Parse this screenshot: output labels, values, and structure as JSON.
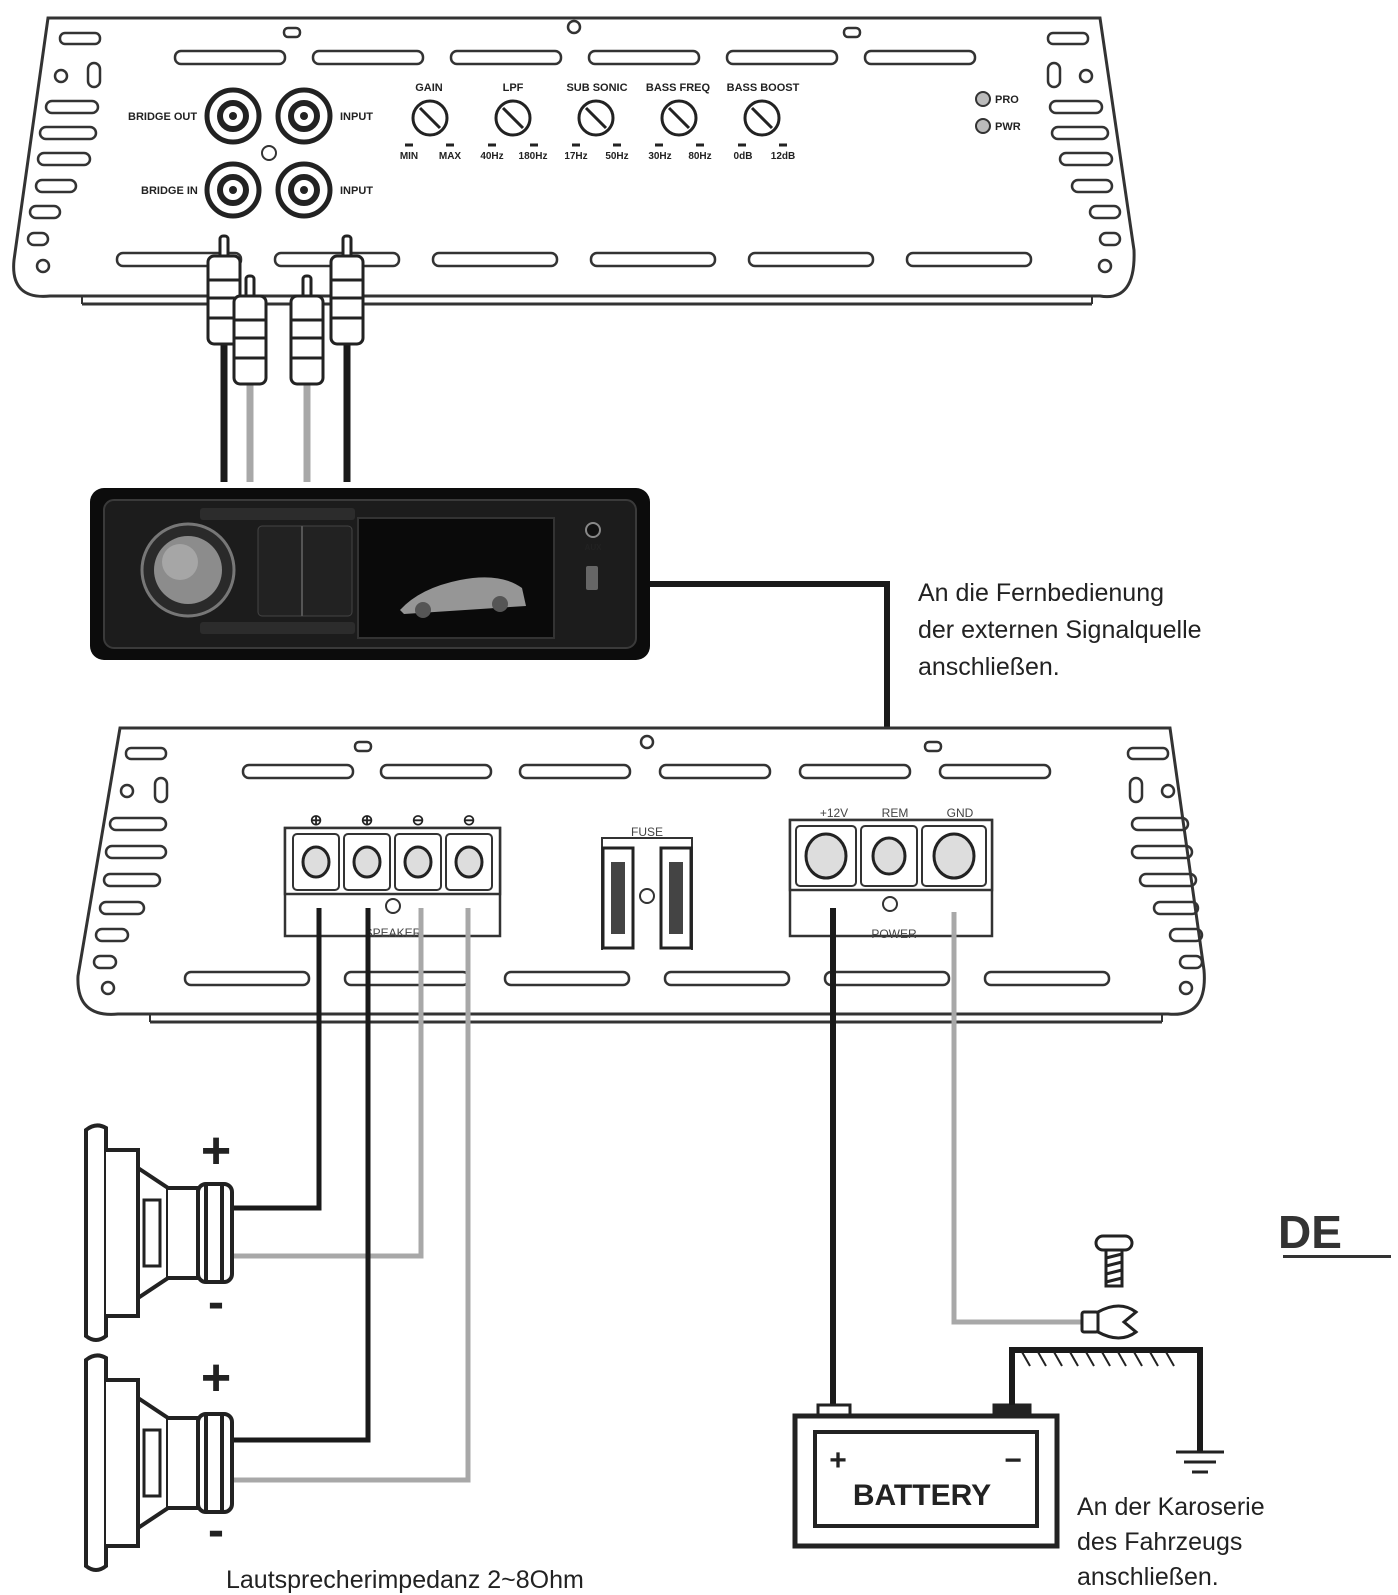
{
  "language_tag": "DE",
  "top_amp": {
    "bridge_out_label": "BRIDGE OUT",
    "bridge_in_label": "BRIDGE IN",
    "input_label_1": "INPUT",
    "input_label_2": "INPUT",
    "controls": [
      {
        "name": "GAIN",
        "min": "MIN",
        "max": "MAX"
      },
      {
        "name": "LPF",
        "min": "40Hz",
        "max": "180Hz"
      },
      {
        "name": "SUB SONIC",
        "min": "17Hz",
        "max": "50Hz"
      },
      {
        "name": "BASS FREQ",
        "min": "30Hz",
        "max": "80Hz"
      },
      {
        "name": "BASS BOOST",
        "min": "0dB",
        "max": "12dB"
      }
    ],
    "pro_label": "PRO",
    "pwr_label": "PWR"
  },
  "bottom_amp": {
    "speaker_label": "SPEAKER",
    "fuse_label": "FUSE",
    "power_label": "POWER",
    "plus12v_label": "+12V",
    "rem_label": "REM",
    "gnd_label": "GND",
    "speaker_polarity": [
      "⊕",
      "⊕",
      "⊖",
      "⊖"
    ]
  },
  "head_unit": {
    "aux_label": "AUX"
  },
  "notes": {
    "remote": [
      "An die Fernbedienung",
      "der externen Signalquelle",
      "anschließen."
    ],
    "chassis": [
      "An der Karoserie",
      "des Fahrzeugs",
      "anschließen."
    ],
    "impedance": "Lautsprecherimpedanz 2~8Ohm"
  },
  "battery": {
    "label": "BATTERY",
    "plus": "+",
    "minus": "−"
  },
  "speakers": [
    {
      "plus": "+",
      "minus": "-"
    },
    {
      "plus": "+",
      "minus": "-"
    }
  ],
  "colors": {
    "black_wire": "#1a1a1a",
    "gray_wire": "#a8a8a8",
    "outline": "#333333"
  }
}
